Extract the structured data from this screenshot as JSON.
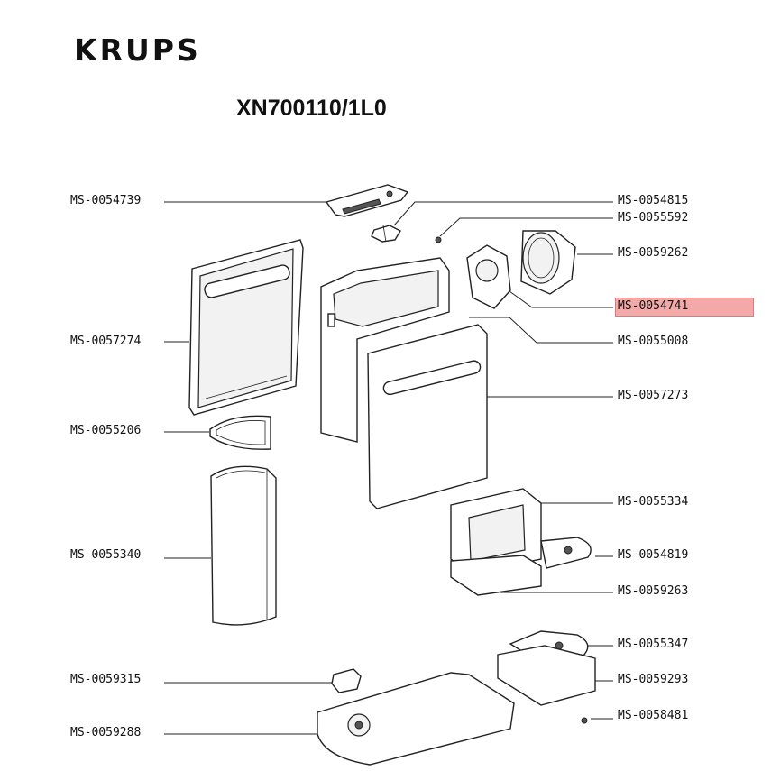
{
  "header": {
    "brand": "KRUPS",
    "model": "XN700110/1L0"
  },
  "highlight_color": "#f4a9a9",
  "parts": {
    "p0054739": "MS-0054739",
    "p0057274": "MS-0057274",
    "p0055206": "MS-0055206",
    "p0055340": "MS-0055340",
    "p0059315": "MS-0059315",
    "p0059288": "MS-0059288",
    "p0054815": "MS-0054815",
    "p0055592": "MS-0055592",
    "p0059262": "MS-0059262",
    "p0054741": "MS-0054741",
    "p0055008": "MS-0055008",
    "p0057273": "MS-0057273",
    "p0055334": "MS-0055334",
    "p0054819": "MS-0054819",
    "p0059263": "MS-0059263",
    "p0055347": "MS-0055347",
    "p0059293": "MS-0059293",
    "p0058481": "MS-0058481"
  },
  "highlighted_part": "MS-0054741"
}
